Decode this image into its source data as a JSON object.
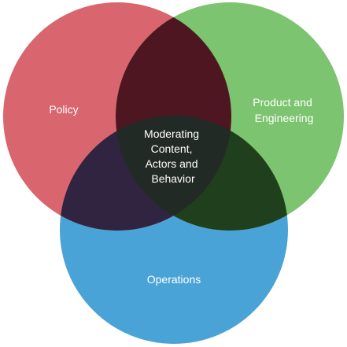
{
  "diagram": {
    "type": "venn",
    "sets": [
      {
        "key": "policy",
        "label_lines": [
          "Policy"
        ],
        "color": "#d9656f"
      },
      {
        "key": "product",
        "label_lines": [
          "Product and",
          "Engineering"
        ],
        "color": "#7cc46f"
      },
      {
        "key": "operations",
        "label_lines": [
          "Operations"
        ],
        "color": "#4aa3d6"
      }
    ],
    "intersections": {
      "policy_product": "#4e1620",
      "policy_operations": "#302440",
      "product_operations": "#1f3f1d",
      "center": "#222a25"
    },
    "center_label_lines": [
      "Moderating",
      "Content,",
      "Actors and",
      "Behavior"
    ]
  }
}
